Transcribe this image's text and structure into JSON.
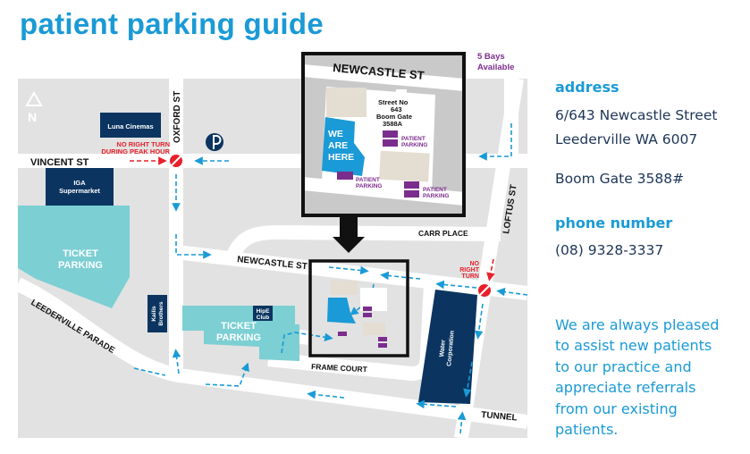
{
  "title": "patient parking guide",
  "colors": {
    "brand_blue": "#1a9ad6",
    "navy": "#0b3560",
    "teal": "#7ccfd3",
    "purple": "#7b2d8e",
    "red": "#e8202a",
    "map_bg": "#e2e2e2"
  },
  "map": {
    "compass": "N",
    "streets": {
      "vincent": "VINCENT ST",
      "oxford": "OXFORD ST",
      "newcastle": "NEWCASTLE ST",
      "carr": "CARR PLACE",
      "loftus": "LOFTUS ST",
      "leederville": "LEEDERVILLE PARADE",
      "frame": "FRAME COURT",
      "tunnel": "TUNNEL"
    },
    "buildings": {
      "luna": "Luna Cinemas",
      "iga_1": "IGA",
      "iga_2": "Supermarket",
      "ticket1_1": "TICKET",
      "ticket1_2": "PARKING",
      "kailis_1": "Kailis",
      "kailis_2": "Brothers",
      "hipe_1": "HipE",
      "hipe_2": "Club",
      "ticket2_1": "TICKET",
      "ticket2_2": "PARKING",
      "water_1": "Water",
      "water_2": "Corporation"
    },
    "warnings": {
      "vincent_1": "NO RIGHT TURN",
      "vincent_2": "DURING PEAK HOUR",
      "loftus_1": "NO",
      "loftus_2": "RIGHT",
      "loftus_3": "TURN"
    },
    "bays_1": "5 Bays",
    "bays_2": "Available",
    "inset": {
      "street": "NEWCASTLE ST",
      "info_1": "Street No",
      "info_2": "643",
      "info_3": "Boom Gate",
      "info_4": "3588A",
      "here_1": "WE",
      "here_2": "ARE",
      "here_3": "HERE",
      "pp_1": "PATIENT",
      "pp_2": "PARKING"
    }
  },
  "address": {
    "heading": "address",
    "line1": "6/643 Newcastle Street",
    "line2": "Leederville WA 6007",
    "boom_gate": "Boom Gate 3588#"
  },
  "phone": {
    "heading": "phone number",
    "number": "(08) 9328-3337"
  },
  "message": [
    "We are always pleased",
    "to assist new patients",
    "to our practice and",
    "appreciate referrals",
    "from our existing",
    "patients."
  ]
}
